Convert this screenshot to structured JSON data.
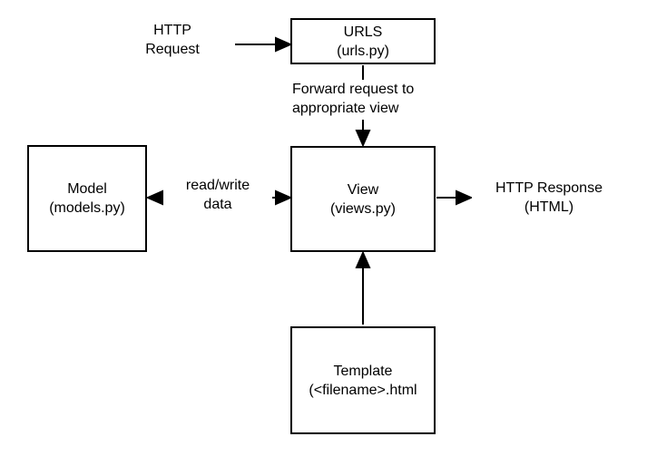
{
  "diagram": {
    "colors": {
      "line": "#000000",
      "background": "#ffffff",
      "text": "#000000"
    },
    "nodes": {
      "urls": {
        "label": "URLS\n(urls.py)"
      },
      "model": {
        "label": "Model\n(models.py)"
      },
      "view": {
        "label": "View\n(views.py)"
      },
      "template": {
        "label": "Template\n(<filename>.html"
      }
    },
    "labels": {
      "http_request": "HTTP\nRequest",
      "forward": "Forward request to\nappropriate view",
      "read_write": "read/write\ndata",
      "http_response": "HTTP Response\n(HTML)"
    },
    "edges": [
      {
        "from": "HTTP Request",
        "to": "URLS",
        "label": ""
      },
      {
        "from": "URLS",
        "to": "View",
        "label": "Forward request to appropriate view"
      },
      {
        "from": "View",
        "to": "Model",
        "label": "read/write data",
        "bidirectional": true
      },
      {
        "from": "View",
        "to": "HTTP Response (HTML)",
        "label": ""
      },
      {
        "from": "Template",
        "to": "View",
        "label": ""
      }
    ]
  }
}
